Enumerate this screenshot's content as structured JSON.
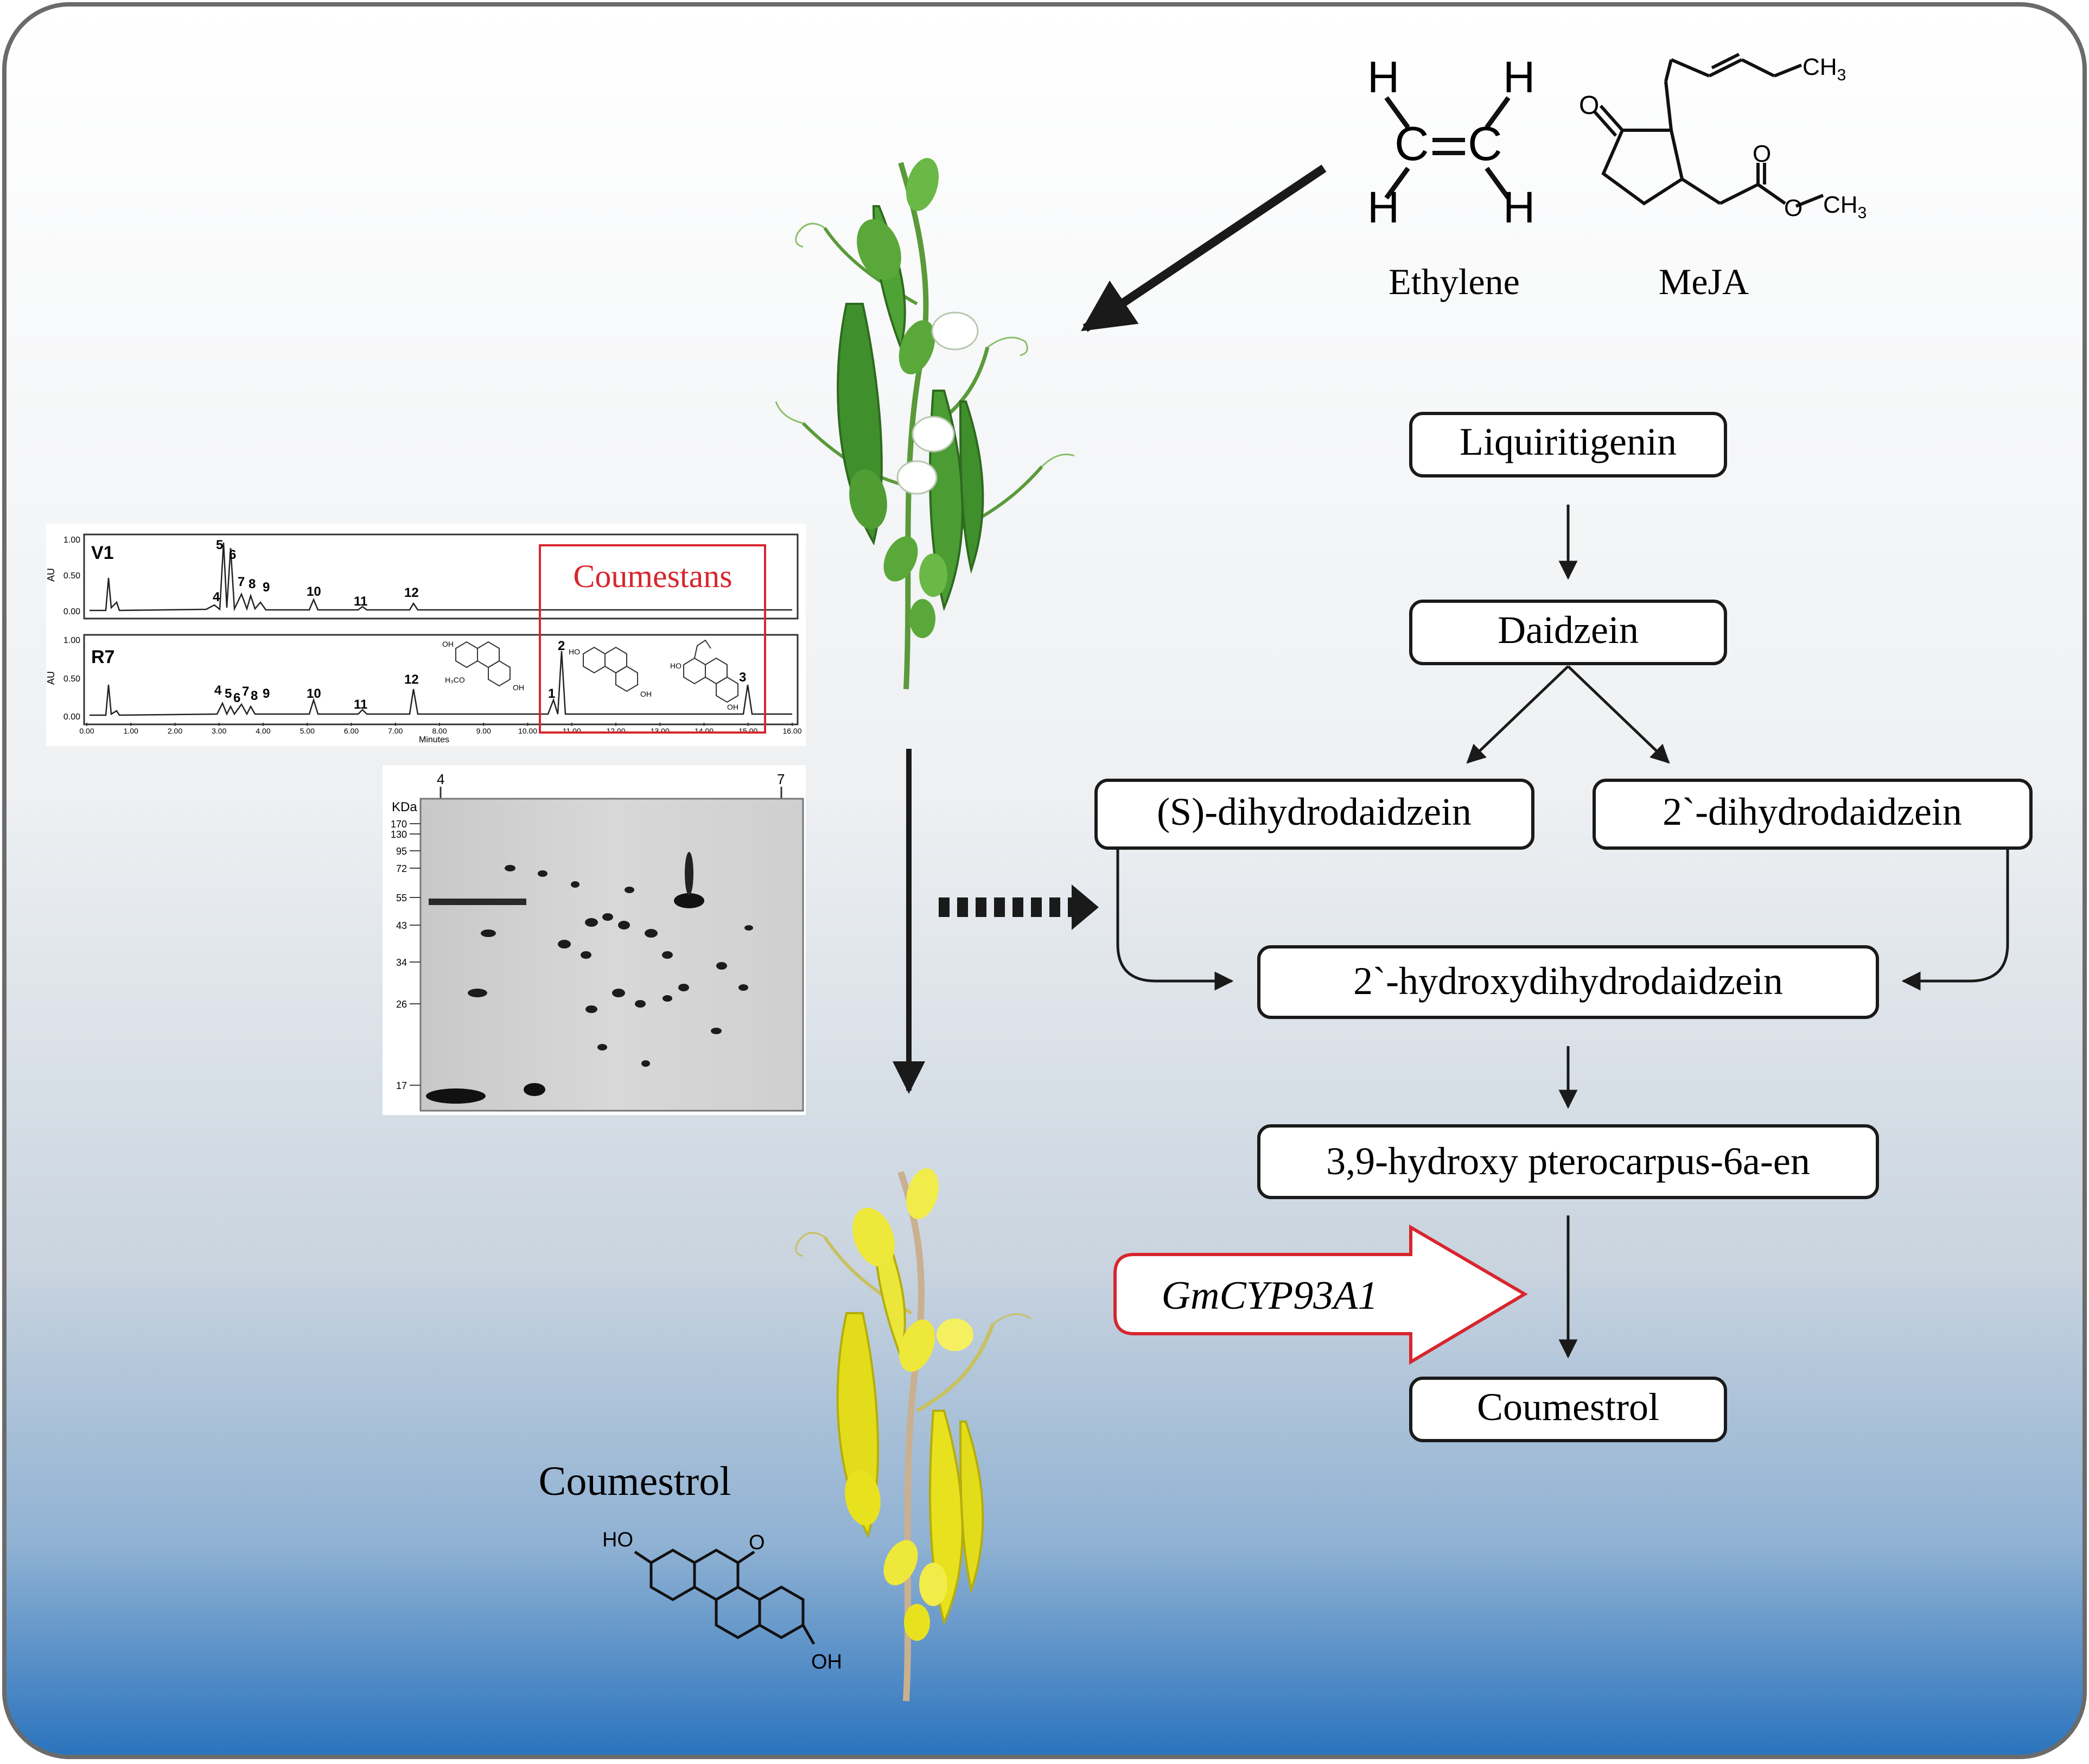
{
  "chemicals": {
    "ethylene": {
      "name": "Ethylene",
      "atoms": {
        "h": "H",
        "c": "C"
      }
    },
    "meja": {
      "name": "MeJA",
      "atoms": {
        "o": "O",
        "ch3": "CH",
        "sub3": "3"
      }
    },
    "coumestrol_label": "Coumestrol",
    "coumestrol_structure": {
      "ho": "HO",
      "oh": "OH",
      "o": "O"
    }
  },
  "hplc": {
    "highlight_label": "Coumestans",
    "axis_unit": "AU",
    "x_title": "Minutes",
    "y_ticks": [
      "1.00",
      "0.50",
      "0.00"
    ],
    "x_ticks": [
      "0.00",
      "1.00",
      "2.00",
      "3.00",
      "4.00",
      "5.00",
      "6.00",
      "7.00",
      "8.00",
      "9.00",
      "10.00",
      "11.00",
      "12.00",
      "13.00",
      "14.00",
      "15.00",
      "16.00"
    ],
    "traces": [
      {
        "name": "V1",
        "peak_labels": [
          "4",
          "5",
          "6",
          "7",
          "8",
          "9",
          "10",
          "11",
          "12"
        ]
      },
      {
        "name": "R7",
        "peak_labels": [
          "4",
          "5",
          "6",
          "7",
          "8",
          "9",
          "10",
          "11",
          "12",
          "1",
          "2",
          "3"
        ]
      }
    ],
    "structure_labels": {
      "oh": "OH",
      "ho": "HO",
      "h3co": "H₃CO"
    }
  },
  "gel": {
    "unit": "KDa",
    "pi_left": "4",
    "pi_right": "7",
    "markers": [
      "170",
      "130",
      "95",
      "72",
      "55",
      "43",
      "34",
      "26",
      "17"
    ]
  },
  "pathway": {
    "nodes": {
      "liquiritigenin": "Liquiritigenin",
      "daidzein": "Daidzein",
      "s_dihydrodaidzein": "(S)-dihydrodaidzein",
      "dihydrodaidzein_2": "2`-dihydrodaidzein",
      "hydroxydihydrodaidzein": "2`-hydroxydihydrodaidzein",
      "hydroxy_pterocarpus": "3,9-hydroxy pterocarpus-6a-en",
      "coumestrol": "Coumestrol"
    },
    "gene": "GmCYP93A1"
  },
  "colors": {
    "gradient_top": "#ffffff",
    "gradient_bottom": "#2a73bd",
    "highlight_red": "#d7262e",
    "plant_green": "#5aa83a",
    "plant_yellow": "#e8e21e"
  }
}
